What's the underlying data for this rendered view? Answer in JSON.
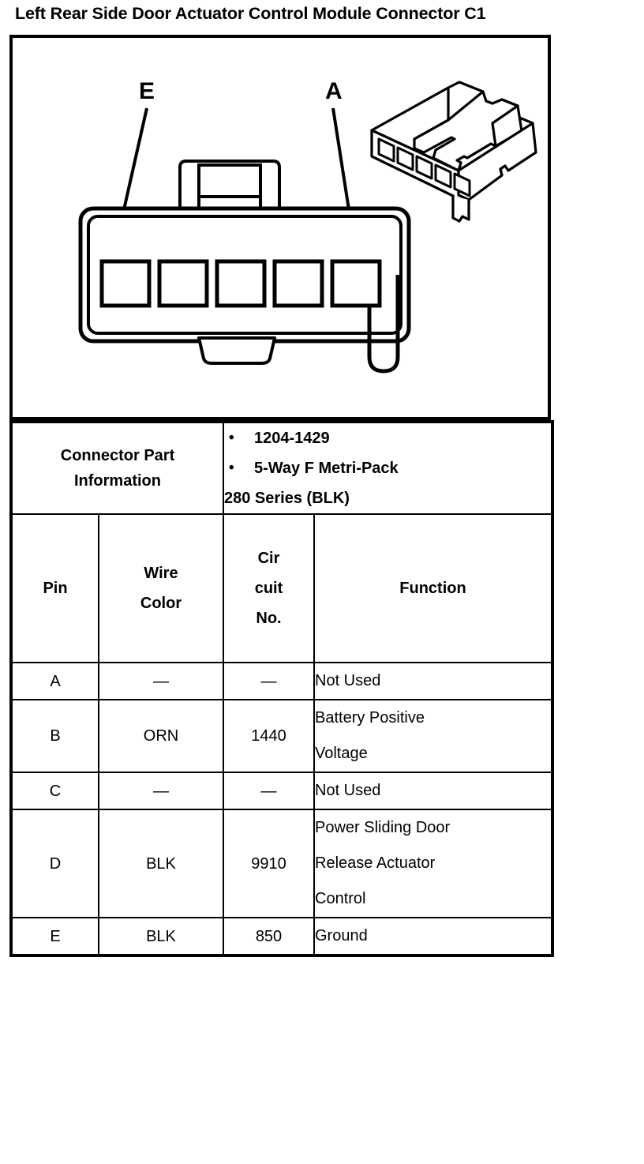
{
  "document": {
    "title": "Left Rear Side Door Actuator Control Module Connector C1"
  },
  "illustration": {
    "callouts": [
      {
        "label": "E",
        "pin": "E",
        "target_cavity": 1
      },
      {
        "label": "A",
        "pin": "A",
        "target_cavity": 5
      }
    ],
    "front_view": {
      "name": "connector-front-view",
      "cavity_count": 5,
      "features": [
        "top-locking-tab",
        "bottom-latch-bump",
        "right-side-hook"
      ]
    },
    "isometric_view": {
      "name": "connector-isometric-view",
      "cavity_count": 5,
      "features": [
        "lock-lever",
        "terminal-cavities"
      ]
    }
  },
  "part_info": {
    "label_line_1": "Connector Part",
    "label_line_2": "Information",
    "bullets": [
      "1204-1429",
      "5-Way F Metri-Pack"
    ],
    "continuation": "280 Series (BLK)"
  },
  "pin_table": {
    "headers": {
      "pin": "Pin",
      "wire_color_line_1": "Wire",
      "wire_color_line_2": "Color",
      "circuit_line_1": "Cir",
      "circuit_line_2": "cuit",
      "circuit_line_3": "No.",
      "function": "Function"
    },
    "rows": [
      {
        "pin": "A",
        "wire_color": "—",
        "circuit_no": "—",
        "function_lines": [
          "Not Used"
        ]
      },
      {
        "pin": "B",
        "wire_color": "ORN",
        "circuit_no": "1440",
        "function_lines": [
          "Battery Positive",
          "Voltage"
        ]
      },
      {
        "pin": "C",
        "wire_color": "—",
        "circuit_no": "—",
        "function_lines": [
          "Not Used"
        ]
      },
      {
        "pin": "D",
        "wire_color": "BLK",
        "circuit_no": "9910",
        "function_lines": [
          "Power Sliding Door",
          "Release Actuator",
          "Control"
        ]
      },
      {
        "pin": "E",
        "wire_color": "BLK",
        "circuit_no": "850",
        "function_lines": [
          "Ground"
        ]
      }
    ]
  },
  "style": {
    "ink": "#000000",
    "paper": "#ffffff"
  }
}
